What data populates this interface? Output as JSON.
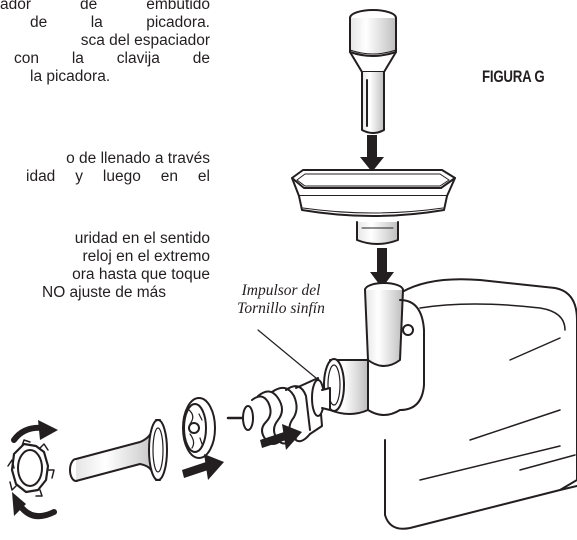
{
  "paragraphs": [
    {
      "lines": [
        "ador de embutido",
        "de la picadora.",
        "sca del espaciador",
        "con la clavija de",
        "la picadora."
      ]
    },
    {
      "lines": [
        "o de llenado a través",
        "idad y luego en el"
      ]
    },
    {
      "lines": [
        "uridad en el sentido",
        "reloj en el extremo",
        "ora hasta que toque",
        "NO ajuste de más"
      ]
    }
  ],
  "figure": {
    "label": "FIGURA G",
    "callout": [
      "Impulsor del",
      "Tornillo sinfín"
    ]
  }
}
